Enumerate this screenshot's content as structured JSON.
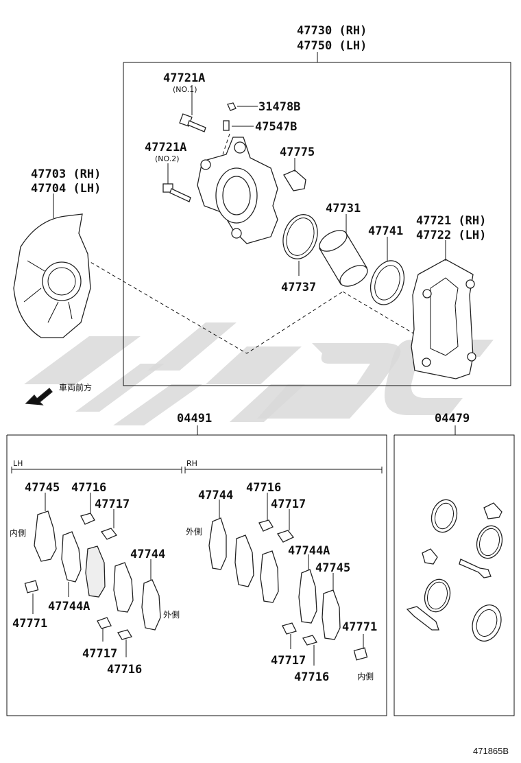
{
  "caliper_assy": {
    "lines": [
      "47730 (RH)",
      "47750 (LH)"
    ]
  },
  "labels": {
    "bolt_no1": "47721A",
    "bolt_no1_note": "(NO.1)",
    "bolt_no2": "47721A",
    "bolt_no2_note": "(NO.2)",
    "bleeder_cap": "31478B",
    "bleeder_plug": "47547B",
    "boot": "47775",
    "piston": "47731",
    "seal_ring": "47737",
    "piston_boot": "47741",
    "mounting_rh": "47721 (RH)",
    "mounting_lh": "47722 (LH)",
    "cover_rh": "47703 (RH)",
    "cover_lh": "47704 (LH)"
  },
  "direction_label": "車両前方",
  "pad_kit": {
    "code": "04491",
    "lh_label": "LH",
    "rh_label": "RH",
    "lh": {
      "anti_squeal_inner": "47745",
      "clip_top": "47716",
      "spring_top": "47717",
      "inner_side": "内側",
      "pad_inner": "47744A",
      "wear_indicator": "47771",
      "pad_outer": "47744",
      "outer_side": "外側",
      "spring_bottom": "47717",
      "clip_bottom": "47716"
    },
    "rh": {
      "pad_outer": "47744",
      "clip_top": "47716",
      "spring_top": "47717",
      "outer_side": "外側",
      "pad_inner": "47744A",
      "anti_squeal_inner": "47745",
      "wear_indicator": "47771",
      "spring_bottom": "47717",
      "clip_bottom": "47716",
      "inner_side": "内側"
    }
  },
  "seal_kit": {
    "code": "04479"
  },
  "diagram_code": "471865B"
}
